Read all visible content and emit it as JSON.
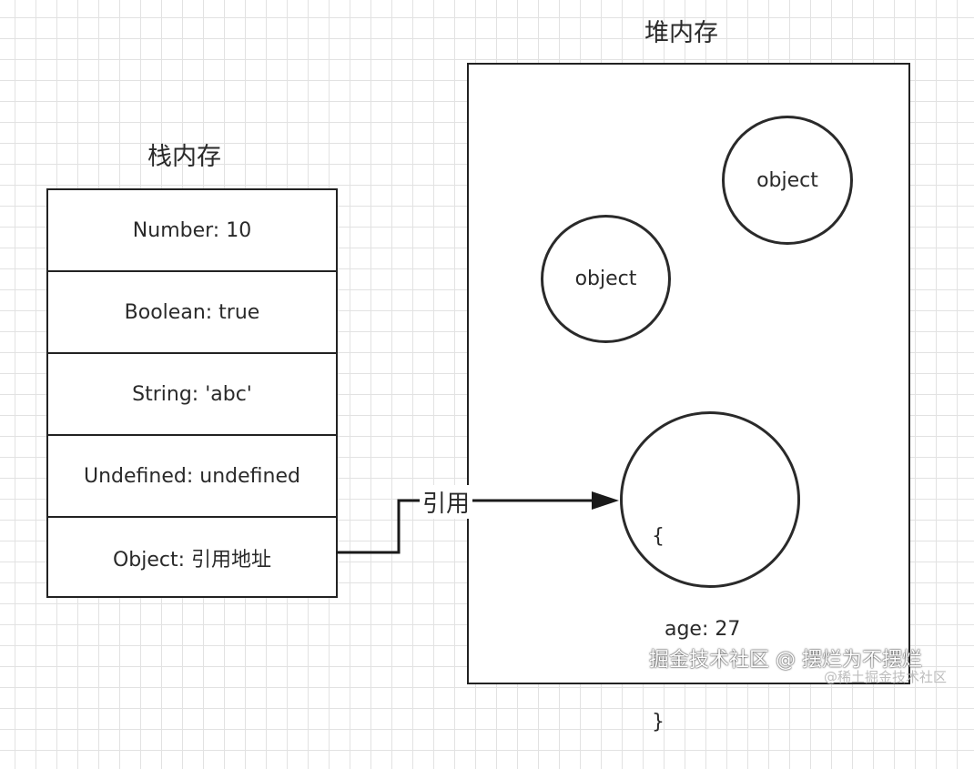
{
  "stack": {
    "title": "栈内存",
    "cells": [
      "Number: 10",
      "Boolean: true",
      "String: 'abc'",
      "Undefined: undefined",
      "Object: 引用地址"
    ]
  },
  "heap": {
    "title": "堆内存",
    "objects": [
      "object",
      "object"
    ],
    "referenced_object": {
      "open": "{",
      "field": "  age: 27",
      "close": "}"
    }
  },
  "reference_label": "引用",
  "watermark": {
    "main": "掘金技术社区 @ 摆烂为不摆烂",
    "sub": "@稀土掘金技术社区"
  }
}
